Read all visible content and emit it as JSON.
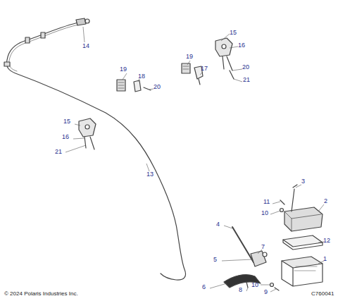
{
  "diagram": {
    "labels": [
      "14",
      "19",
      "17",
      "15",
      "16",
      "20",
      "21",
      "19",
      "18",
      "20",
      "15",
      "16",
      "21",
      "13",
      "3",
      "11",
      "10",
      "2",
      "4",
      "12",
      "7",
      "5",
      "1",
      "6",
      "8",
      "10",
      "9",
      "© 2024 Polaris Industries Inc.",
      "C760041"
    ]
  }
}
